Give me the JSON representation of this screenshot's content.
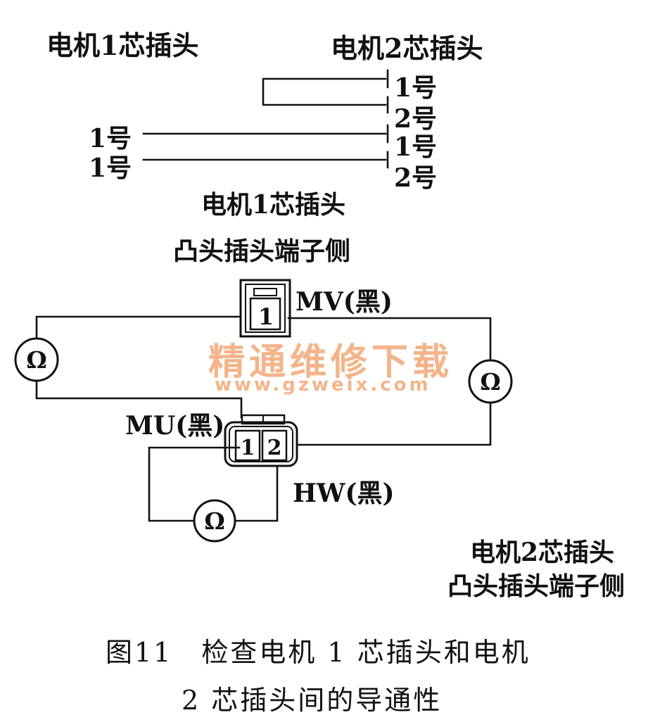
{
  "top": {
    "motor1_label": "电机1芯插头",
    "motor2_label": "电机2芯插头",
    "motor1_pins": [
      "1号",
      "1号"
    ],
    "motor2_pins": [
      "1号",
      "2号",
      "1号",
      "2号"
    ],
    "motor1_label_bottom": "电机1芯插头"
  },
  "schematic": {
    "motor1_title": "电机1芯插头",
    "motor1_subtitle": "凸头插头端子侧",
    "connector_mv_label": "MV(黑)",
    "connector_mv_pin": "1",
    "connector_mu_label": "MU(黑)",
    "connector_hw_label": "HW(黑)",
    "connector2_pins": [
      "1",
      "2"
    ],
    "ohm_symbol": "Ω",
    "motor2_title": "电机2芯插头",
    "motor2_subtitle": "凸头插头端子侧"
  },
  "watermark": {
    "text": "精通维修下载",
    "url": "www.gzweix.com",
    "color": "#f4b48a"
  },
  "caption": {
    "line1": "图11　检查电机 1 芯插头和电机",
    "line2": "2 芯插头间的导通性"
  }
}
